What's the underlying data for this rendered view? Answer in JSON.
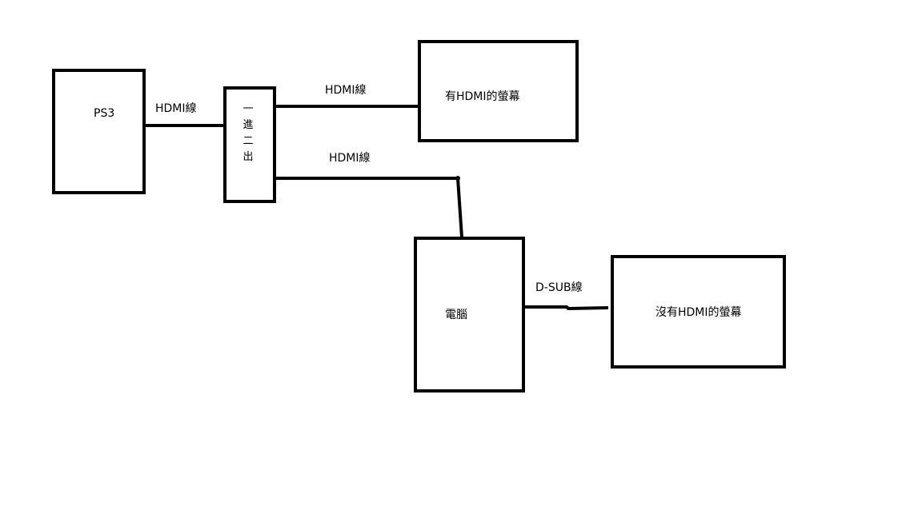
{
  "nodes": {
    "ps3": {
      "label": "PS3"
    },
    "splitter": {
      "chars": [
        "一",
        "進",
        "二",
        "出"
      ]
    },
    "hdmi_monitor": {
      "label": "有HDMI的螢幕"
    },
    "computer": {
      "label": "電腦"
    },
    "non_hdmi_monitor": {
      "label": "沒有HDMI的螢幕"
    }
  },
  "edges": {
    "ps3_to_splitter": {
      "label": "HDMI線"
    },
    "splitter_to_hdmi_monitor": {
      "label": "HDMI線"
    },
    "splitter_to_computer": {
      "label": "HDMI線"
    },
    "computer_to_monitor": {
      "label": "D-SUB線"
    }
  },
  "colors": {
    "stroke": "#000000",
    "background": "#ffffff"
  }
}
